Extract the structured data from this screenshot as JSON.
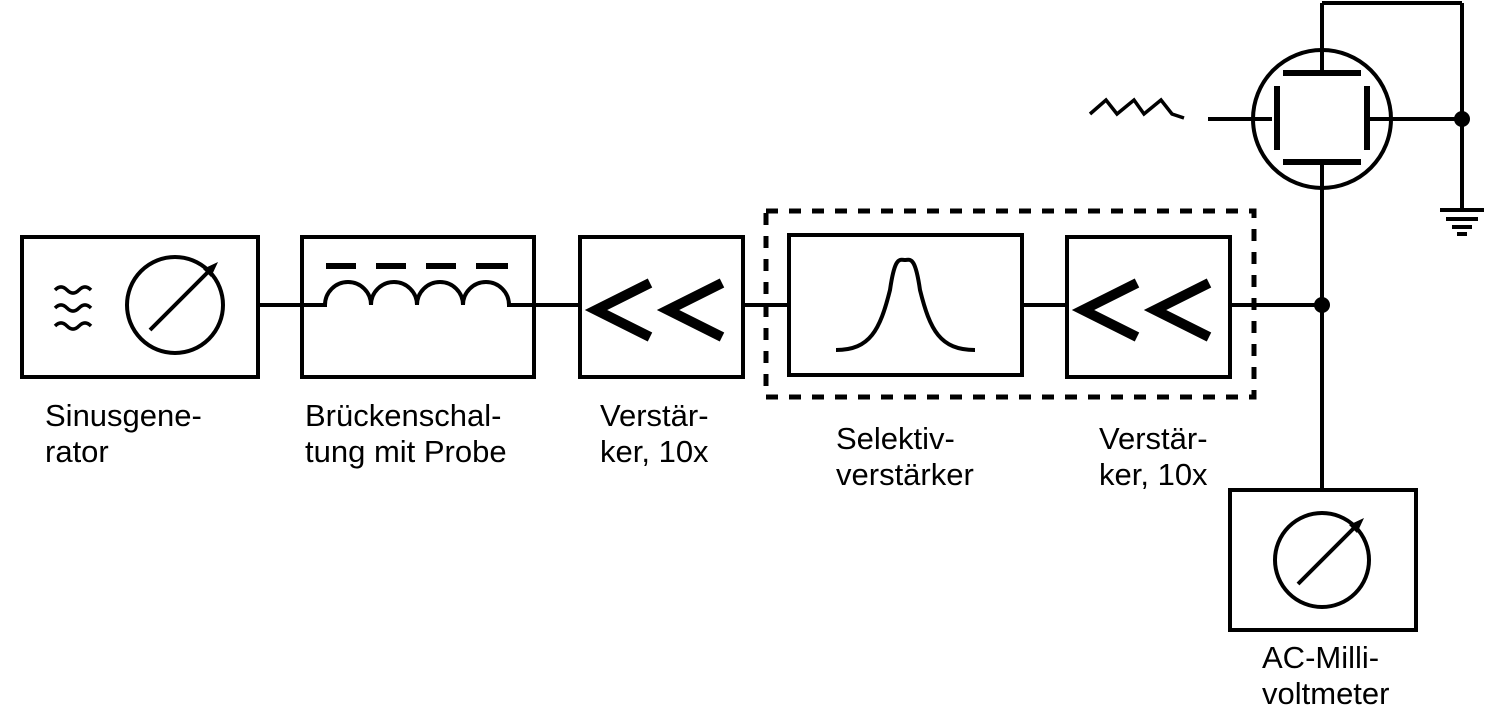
{
  "blocks": {
    "sinusgenerator": {
      "line1": "Sinusgene-",
      "line2": "rator"
    },
    "bruecke": {
      "line1": "Brückenschal-",
      "line2": "tung mit Probe"
    },
    "verstaerker1": {
      "line1": "Verstär-",
      "line2": "ker, 10x"
    },
    "selektiv": {
      "line1": "Selektiv-",
      "line2": "verstärker"
    },
    "verstaerker2": {
      "line1": "Verstär-",
      "line2": "ker, 10x"
    },
    "millivoltmeter": {
      "line1": "AC-Milli-",
      "line2": "voltmeter"
    }
  },
  "icons": [
    "sine-wave-icon",
    "meter-icon",
    "inductor-icon",
    "amplifier-icon",
    "resonance-peak-icon",
    "transistor-icon",
    "light-arrow-icon",
    "ground-icon"
  ]
}
